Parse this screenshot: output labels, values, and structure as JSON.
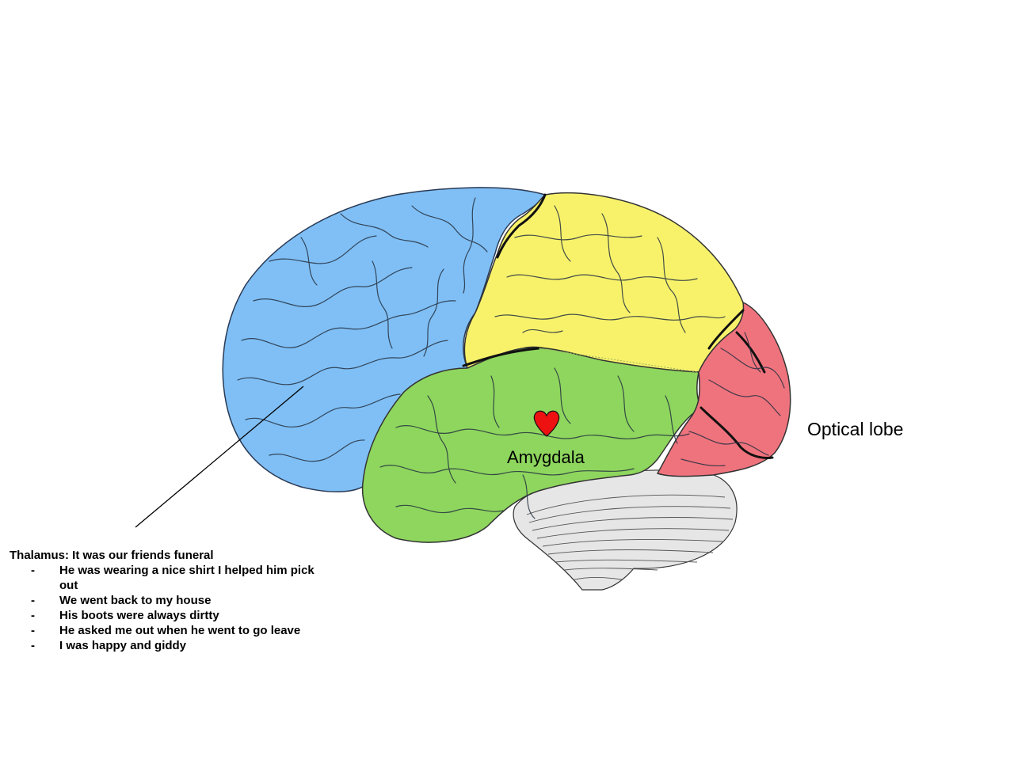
{
  "labels": {
    "amygdala": "Amygdala",
    "optical_lobe": "Optical lobe"
  },
  "notes": {
    "title": "Thalamus: It was our friends funeral",
    "bullet_marker": "-",
    "items": [
      "He was wearing a nice shirt I helped him pick out",
      "We went back to my house",
      "His boots were always dirtty",
      "He asked me out when he went to go leave",
      "I was happy and giddy"
    ]
  },
  "colors": {
    "frontal": "#7fbff5",
    "parietal": "#f7f26a",
    "temporal": "#8ed65e",
    "occipital": "#ef737d",
    "cerebellum": "#e6e6e6",
    "heart": "#ee1111",
    "outline": "#1a1a1a"
  },
  "icons": {
    "heart": "heart-icon"
  }
}
